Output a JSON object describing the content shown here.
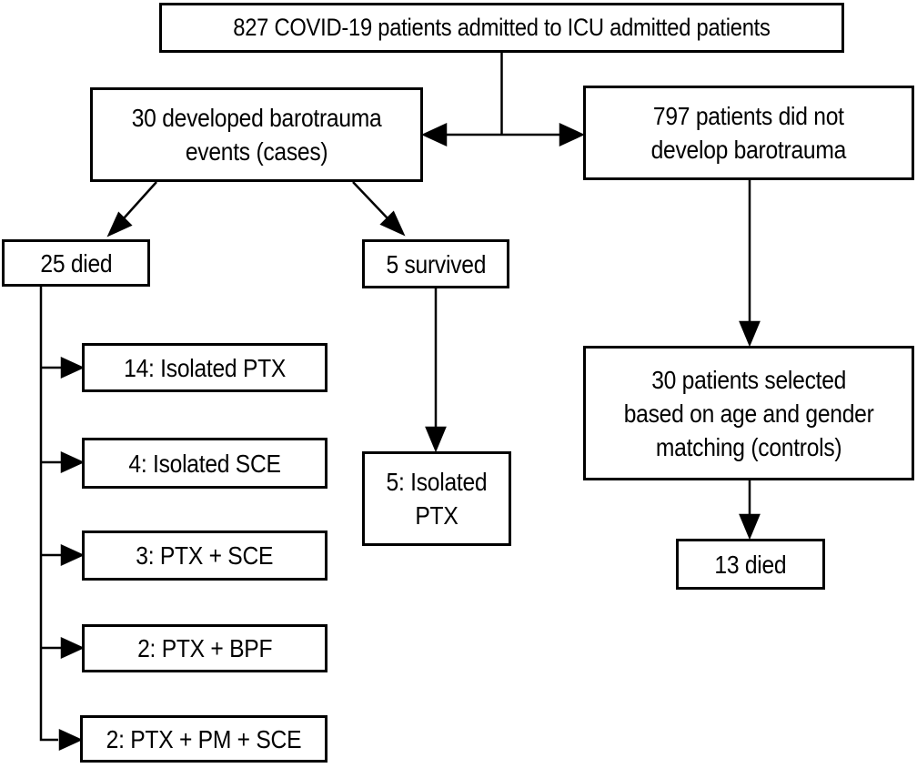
{
  "page": {
    "background": "#ffffff"
  },
  "colors": {
    "box_border": "#000000",
    "box_fill": "#ffffff",
    "text": "#000000",
    "connector": "#000000"
  },
  "flowchart": {
    "nodes": {
      "total_admitted": {
        "lines": [
          "827 COVID-19 patients admitted to ICU admitted patients"
        ]
      },
      "cases": {
        "lines": [
          "30 developed barotrauma",
          "events (cases)"
        ]
      },
      "no_barotrauma": {
        "lines": [
          "797 patients did not",
          "develop barotrauma"
        ]
      },
      "cases_died": {
        "lines": [
          "25 died"
        ]
      },
      "cases_survived": {
        "lines": [
          "5 survived"
        ]
      },
      "died_isolated_ptx": {
        "lines": [
          "14: Isolated PTX"
        ]
      },
      "died_isolated_sce": {
        "lines": [
          "4: Isolated SCE"
        ]
      },
      "died_ptx_sce": {
        "lines": [
          "3: PTX + SCE"
        ]
      },
      "died_ptx_bpf": {
        "lines": [
          "2: PTX + BPF"
        ]
      },
      "died_ptx_pm_sce": {
        "lines": [
          "2: PTX + PM + SCE"
        ]
      },
      "survived_isolated_ptx": {
        "lines": [
          "5: Isolated",
          "PTX"
        ]
      },
      "controls": {
        "lines": [
          "30 patients selected",
          "based on age and gender",
          "matching (controls)"
        ]
      },
      "controls_died": {
        "lines": [
          "13 died"
        ]
      }
    }
  }
}
